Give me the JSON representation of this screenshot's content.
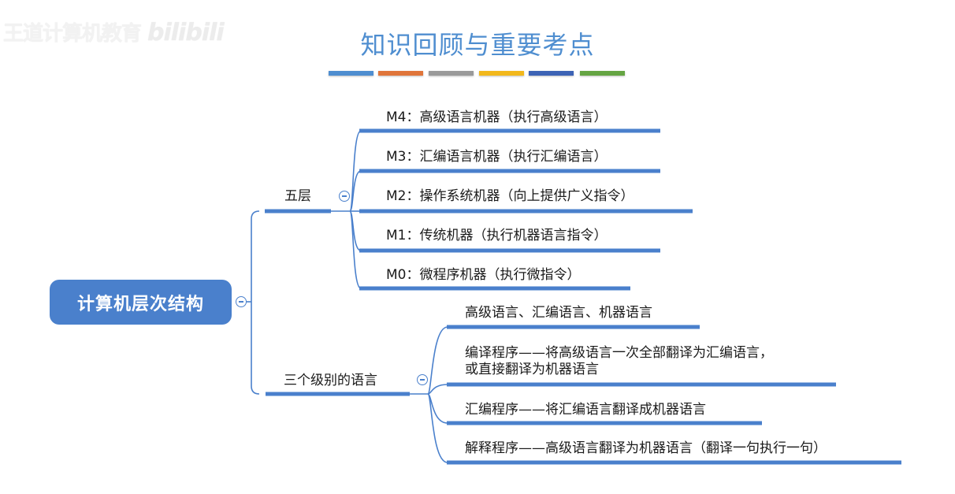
{
  "watermark": {
    "text": "王道计算机教育",
    "logo": "bilibili"
  },
  "header": {
    "title": "知识回顾与重要考点",
    "color_bars": [
      "#4f8ed0",
      "#e0753a",
      "#9a9a9a",
      "#f2b81c",
      "#3d63b5",
      "#65a543"
    ]
  },
  "mindmap": {
    "root": {
      "label": "计算机层次结构",
      "color": "#4a80cc"
    },
    "branches": [
      {
        "label": "五层",
        "children": [
          "M4：高级语言机器（执行高级语言）",
          "M3：汇编语言机器（执行汇编语言）",
          "M2：操作系统机器（向上提供广义指令）",
          "M1：传统机器（执行机器语言指令）",
          "M0：微程序机器（执行微指令）"
        ]
      },
      {
        "label": "三个级别的语言",
        "children": [
          "高级语言、汇编语言、机器语言",
          "编译程序——将高级语言一次全部翻译为汇编语言，",
          "或直接翻译为机器语言",
          "汇编程序——将汇编语言翻译成机器语言",
          "解释程序——高级语言翻译为机器语言（翻译一句执行一句）"
        ]
      }
    ],
    "line_color": "#4a80cc"
  }
}
